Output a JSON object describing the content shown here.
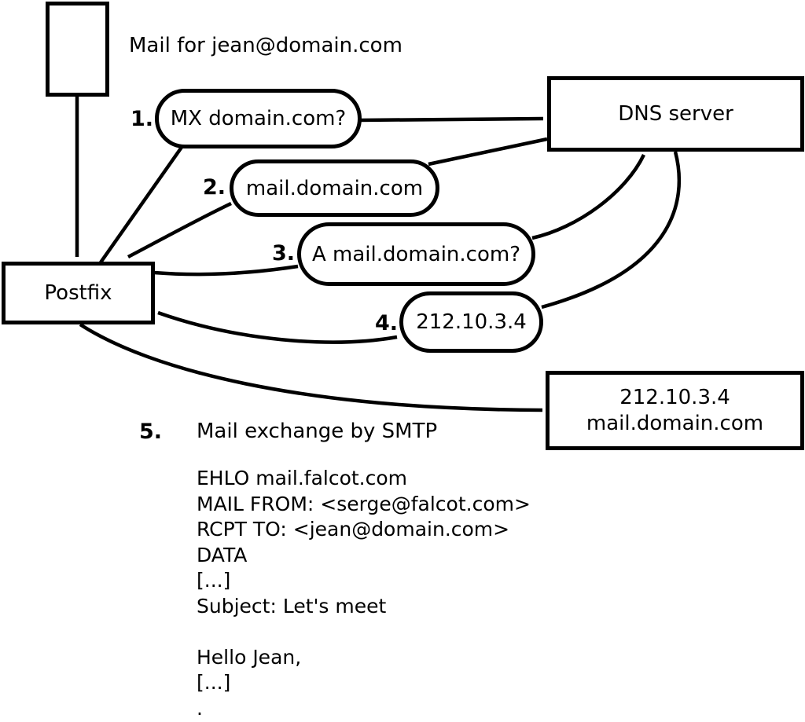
{
  "nodes": {
    "mail_note": "Mail for jean@domain.com",
    "postfix": "Postfix",
    "dns_server": "DNS server",
    "mail_server": {
      "line1": "212.10.3.4",
      "line2": "mail.domain.com"
    }
  },
  "steps": [
    {
      "number": "1.",
      "label": "MX domain.com?"
    },
    {
      "number": "2.",
      "label": "mail.domain.com"
    },
    {
      "number": "3.",
      "label": "A mail.domain.com?"
    },
    {
      "number": "4.",
      "label": "212.10.3.4"
    },
    {
      "number": "5.",
      "label": "Mail exchange by SMTP"
    }
  ],
  "smtp_session": "EHLO mail.falcot.com\nMAIL FROM: <serge@falcot.com>\nRCPT TO: <jean@domain.com>\nDATA\n[...]\nSubject: Let's meet\n\nHello Jean,\n[...]\n.",
  "colors": {
    "line": "#000000",
    "background": "#ffffff"
  }
}
